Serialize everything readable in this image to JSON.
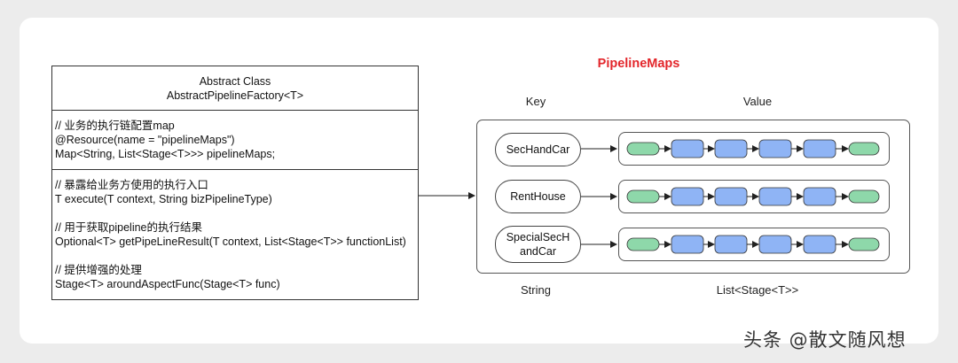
{
  "uml": {
    "stereotype": "Abstract Class",
    "class_name": "AbstractPipelineFactory<T>",
    "attributes": [
      "// 业务的执行链配置map",
      "@Resource(name = \"pipelineMaps\")",
      "Map<String, List<Stage<T>>> pipelineMaps;"
    ],
    "methods": [
      {
        "comment": "// 暴露给业务方使用的执行入口",
        "signature": "T execute(T context, String bizPipelineType)"
      },
      {
        "comment": "// 用于获取pipeline的执行结果",
        "signature": "Optional<T> getPipeLineResult(T context, List<Stage<T>> functionList)"
      },
      {
        "comment": "// 提供增强的处理",
        "signature": "Stage<T> aroundAspectFunc(Stage<T> func)"
      }
    ]
  },
  "maps": {
    "title": "PipelineMaps",
    "key_header": "Key",
    "value_header": "Value",
    "key_type": "String",
    "value_type": "List<Stage<T>>",
    "rows": [
      {
        "key": "SecHandCar"
      },
      {
        "key": "RentHouse"
      },
      {
        "key": "SpecialSecHandCar"
      }
    ]
  },
  "colors": {
    "title": "#e3262b",
    "stage_blue": "#8fb4f5",
    "stage_green": "#8ed8aa"
  },
  "watermark": "头条 @散文随风想"
}
